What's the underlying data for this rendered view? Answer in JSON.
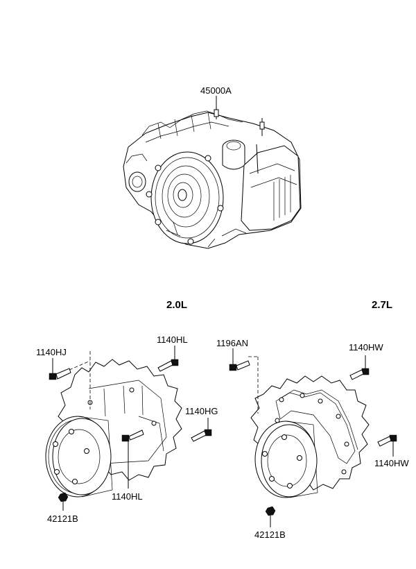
{
  "labels": {
    "assembly": "45000A",
    "variant_left": "2.0L",
    "variant_right": "2.7L",
    "left_1140HJ": "1140HJ",
    "left_1140HL_top": "1140HL",
    "left_1140HG": "1140HG",
    "left_1140HL_bottom": "1140HL",
    "left_42121B": "42121B",
    "right_1196AN": "1196AN",
    "right_1140HW_top": "1140HW",
    "right_1140HW_bottom": "1140HW",
    "right_42121B": "42121B"
  }
}
